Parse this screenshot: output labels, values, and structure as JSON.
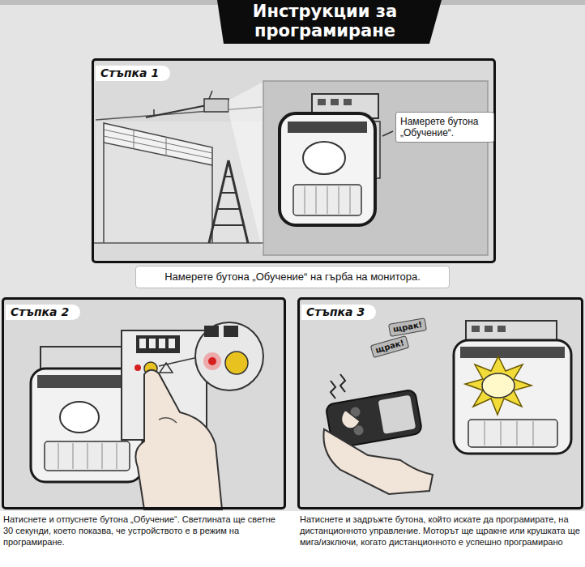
{
  "diagram": {
    "title": "Инструкции за програмиране",
    "nodes": [
      {
        "text": [
          "Стъпка 1"
        ]
      },
      {
        "text": [
          "Намерете бутона „Обучение“."
        ],
        "in": 0
      },
      {
        "text": [
          "Намерете бутона „Обучение“ на гърба на монитора."
        ]
      },
      {
        "text": [
          "Стъпка 2"
        ]
      },
      {
        "text": [
          "Стъпка 3"
        ]
      }
    ],
    "labels": [
      "щрак!",
      "щрак!",
      "Натиснете и отпуснете бутона „Обучение“. Светлината ще светне 30 секунди, което показва, че устройството е в режим на програмиране.",
      "Натиснете и задръжте бутона, който искате да програмирате, на дистанционното управление. Моторът ще щракне или крушката ще мига/изключи, когато дистанционното е успешно програмирано"
    ]
  }
}
